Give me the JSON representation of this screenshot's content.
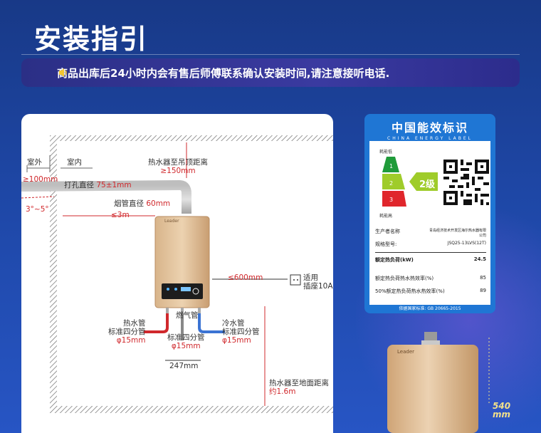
{
  "title": "安装指引",
  "notice": "商品出库后24小时内会有售后师傅联系确认安装时间,请注意接听电话.",
  "diagram": {
    "outdoor": "室外",
    "indoor": "室内",
    "outdoor_distance": "≥100mm",
    "slope": "3°~5°",
    "hole_label": "打孔直径 ",
    "hole_value": "75±1mm",
    "flue_label": "烟管直径 ",
    "flue_value": "60mm",
    "max_length": "≤3m",
    "ceiling_label": "热水器至吊顶距离",
    "ceiling_value": "≥150mm",
    "brand": "Leader",
    "socket_distance": "≤600mm",
    "socket_line1": "适用",
    "socket_line2": "插座10A",
    "hot_line1": "热水管",
    "hot_line2": "标准四分管",
    "hot_line3": "φ15mm",
    "gas_vertical": "燃气管",
    "gas_line1": "标准四分管",
    "gas_line2": "φ15mm",
    "cold_line1": "冷水管",
    "cold_line2": "标准四分管",
    "cold_line3": "φ15mm",
    "spacing": "247mm",
    "floor_label": "热水器至地面距离",
    "floor_value": "约1.6m"
  },
  "energy_label": {
    "title": "中国能效标识",
    "subtitle": "CHINA ENERGY LABEL",
    "low": "耗能低",
    "high": "耗能高",
    "grade": "2级",
    "producer_label": "生产者名称",
    "producer_value": "青岛经济技术开发区海尔热水器有限公司",
    "model_label": "规格型号:",
    "model_value": "JSQ25-13LVS(12T)",
    "rated_load_label": "额定热负荷(kW)",
    "rated_load_value": "24.5",
    "rated_eff_label": "额定热负荷热水热效率(%)",
    "rated_eff_value": "85",
    "half_eff_label": "50%额定热负荷热水热效率(%)",
    "half_eff_value": "89",
    "standard": "依据国家标准: GB 20665-2015"
  },
  "product": {
    "brand": "Leader",
    "height_value": "540",
    "height_unit": "mm"
  }
}
